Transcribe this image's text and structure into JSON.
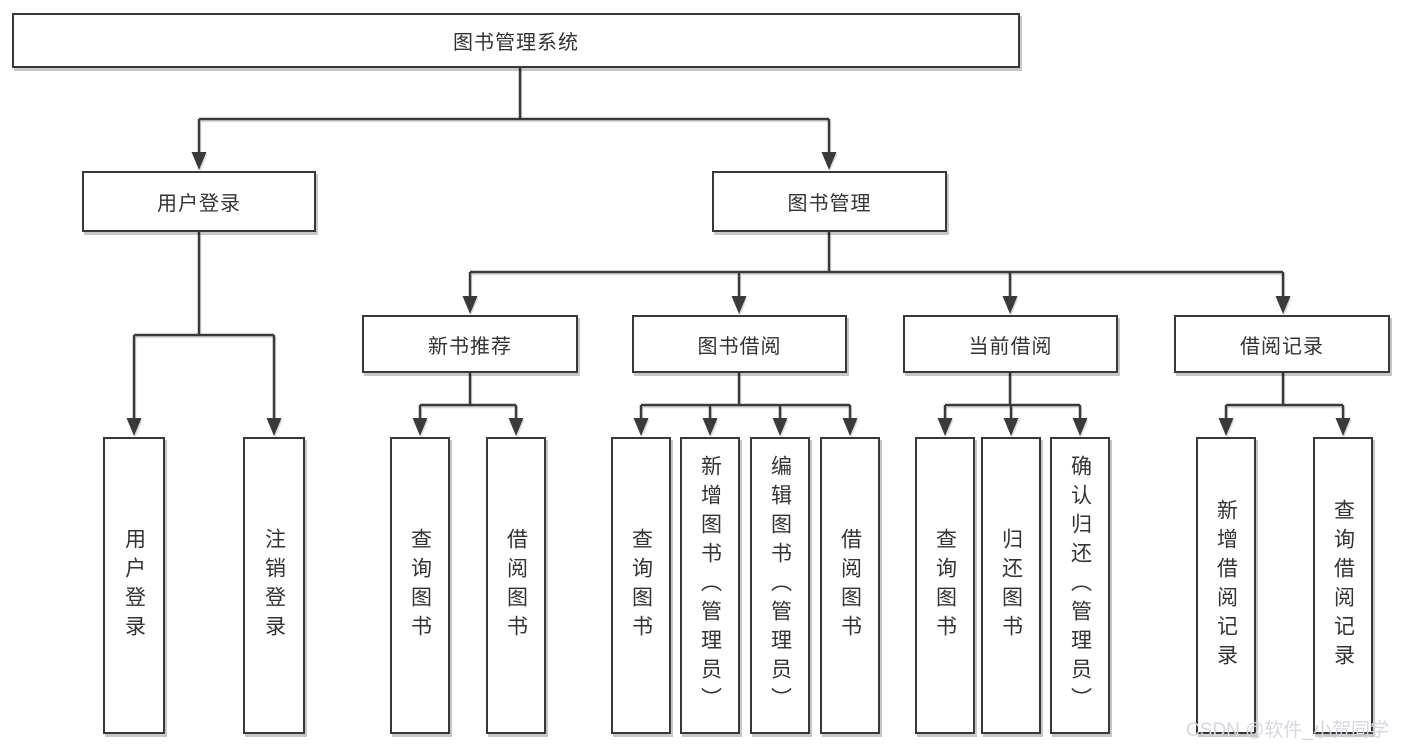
{
  "diagram": {
    "title": "图书管理系统",
    "nodes": {
      "root": "图书管理系统",
      "l2": [
        "用户登录",
        "图书管理"
      ],
      "l3": [
        "新书推荐",
        "图书借阅",
        "当前借阅",
        "借阅记录"
      ],
      "leaves_user_login": [
        "用户登录",
        "注销登录"
      ],
      "leaves_new_books": [
        "查询图书",
        "借阅图书"
      ],
      "leaves_borrowing": [
        "查询图书",
        "新增图书（管理员）",
        "编辑图书（管理员）",
        "借阅图书"
      ],
      "leaves_current": [
        "查询图书",
        "归还图书",
        "确认归还（管理员）"
      ],
      "leaves_records": [
        "新增借阅记录",
        "查询借阅记录"
      ]
    }
  },
  "watermark": "CSDN @软件_小贺同学",
  "colors": {
    "line": "#3a3a3a",
    "box_border": "#383838",
    "text": "#333333",
    "background": "#ffffff",
    "watermark": "#d8d5de"
  }
}
